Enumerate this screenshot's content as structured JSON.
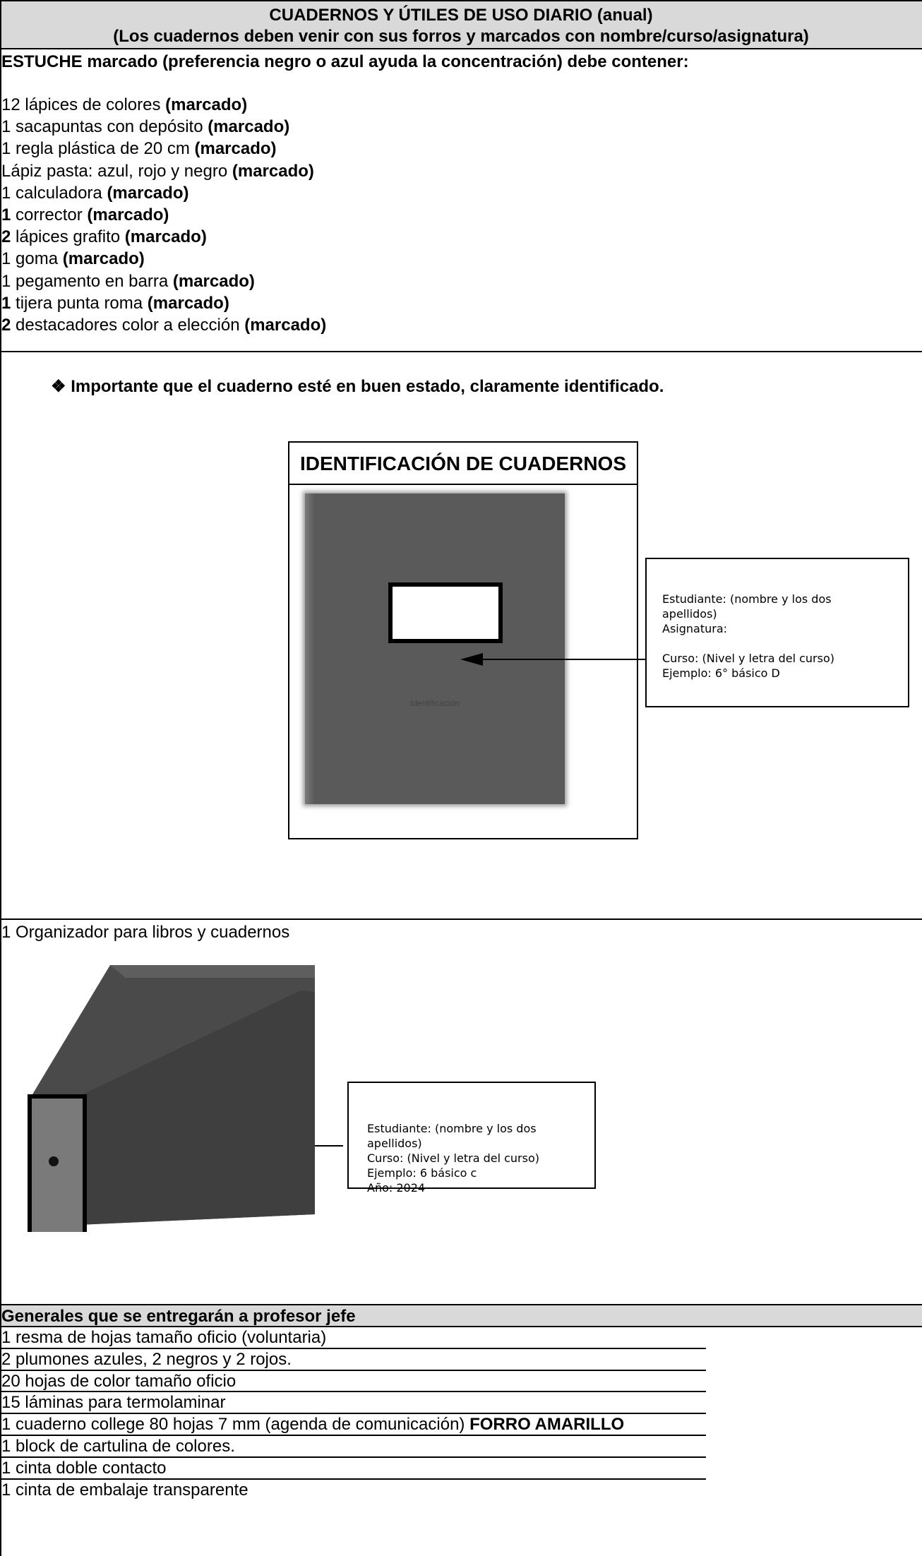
{
  "header": {
    "line1": "CUADERNOS Y ÚTILES DE USO DIARIO (anual)",
    "line2": "(Los cuadernos deben venir con sus forros y marcados con nombre/curso/asignatura)"
  },
  "estuche": {
    "title_bold": "ESTUCHE",
    "title_rest": " marcado (preferencia negro o azul ayuda la concentración) debe contener:",
    "marked_label": "(marcado)",
    "items": [
      {
        "qty": "12",
        "qty_bold": false,
        "text": " lápices de colores "
      },
      {
        "qty": "1",
        "qty_bold": false,
        "text": " sacapuntas con depósito "
      },
      {
        "qty": "1",
        "qty_bold": false,
        "text": " regla plástica de 20 cm "
      },
      {
        "qty": "",
        "qty_bold": false,
        "text": "Lápiz pasta: azul, rojo y negro "
      },
      {
        "qty": "1",
        "qty_bold": false,
        "text": " calculadora "
      },
      {
        "qty": "1",
        "qty_bold": true,
        "text": " corrector "
      },
      {
        "qty": "2",
        "qty_bold": true,
        "text": " lápices grafito "
      },
      {
        "qty": "1",
        "qty_bold": false,
        "text": " goma "
      },
      {
        "qty": "1",
        "qty_bold": false,
        "text": " pegamento en barra "
      },
      {
        "qty": "1",
        "qty_bold": true,
        "text": " tijera punta roma "
      },
      {
        "qty": "2",
        "qty_bold": true,
        "text": " destacadores color a elección "
      }
    ]
  },
  "importante": {
    "bullet": "❖",
    "text": "Importante que el cuaderno esté en buen estado, claramente identificado."
  },
  "notebook_figure": {
    "title": "IDENTIFICACIÓN DE CUADERNOS",
    "label_text": "Identificación",
    "callout_lines": [
      "Estudiante: (nombre y los dos",
      "apellidos)",
      "Asignatura:",
      "",
      "Curso: (Nivel y letra del curso)",
      "Ejemplo: 6° básico D"
    ]
  },
  "organizer": {
    "title": "1 Organizador para libros y cuadernos",
    "callout_lines": [
      "Estudiante: (nombre y los dos",
      "apellidos)",
      "Curso: (Nivel y letra del curso)",
      "Ejemplo: 6 básico c",
      "Año: 2024"
    ]
  },
  "generales": {
    "title": "Generales que se entregarán a profesor jefe",
    "items": [
      {
        "text": "1 resma de hojas tamaño oficio (voluntaria)",
        "bold_suffix": ""
      },
      {
        "text": "2 plumones azules, 2 negros y 2 rojos.",
        "bold_suffix": ""
      },
      {
        "text": "20 hojas de color tamaño oficio",
        "bold_suffix": ""
      },
      {
        "text": "15 láminas para termolaminar",
        "bold_suffix": ""
      },
      {
        "text": "1 cuaderno college 80 hojas 7 mm (agenda de comunicación) ",
        "bold_suffix": "FORRO AMARILLO"
      },
      {
        "text": "1 block de cartulina de colores.",
        "bold_suffix": ""
      },
      {
        "text": "1 cinta doble contacto",
        "bold_suffix": ""
      },
      {
        "text": "1 cinta de embalaje transparente",
        "bold_suffix": ""
      }
    ]
  }
}
